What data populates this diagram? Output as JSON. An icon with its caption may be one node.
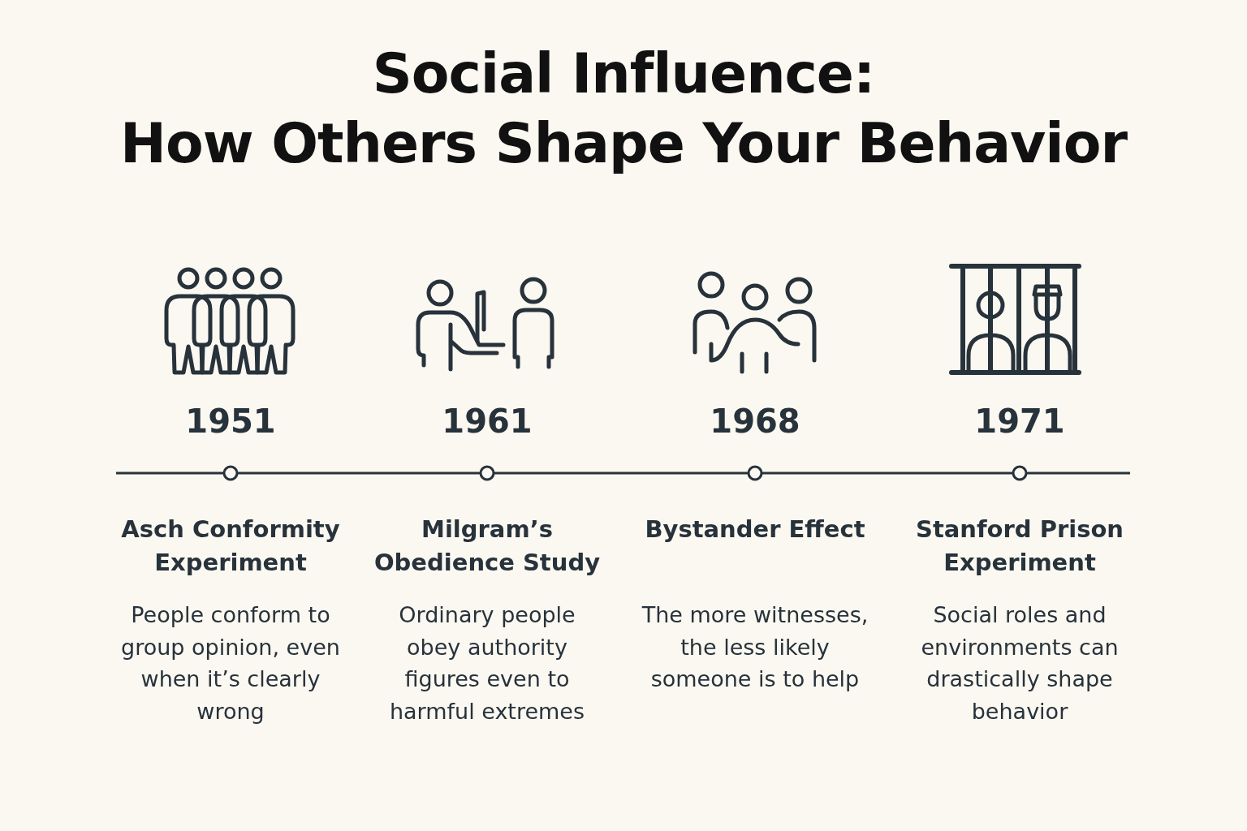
{
  "diagram": {
    "title": "Social Influence: How Others Shape Your Behavior",
    "nodes": [
      {
        "text": [
          "1951",
          "Asch Conformity Experiment",
          "People conform to group opinion, even when it’s clearly wrong"
        ]
      },
      {
        "text": [
          "1961",
          "Milgram’s Obedience Study",
          "Ordinary people obey authority figures even to harmful extremes"
        ]
      },
      {
        "text": [
          "1968",
          "Bystander Effect",
          "The more witnesses, the less likely someone is to help"
        ]
      },
      {
        "text": [
          "1971",
          "Stanford Prison Experiment",
          "Social roles and environments can drastically shape behavior"
        ]
      }
    ]
  }
}
